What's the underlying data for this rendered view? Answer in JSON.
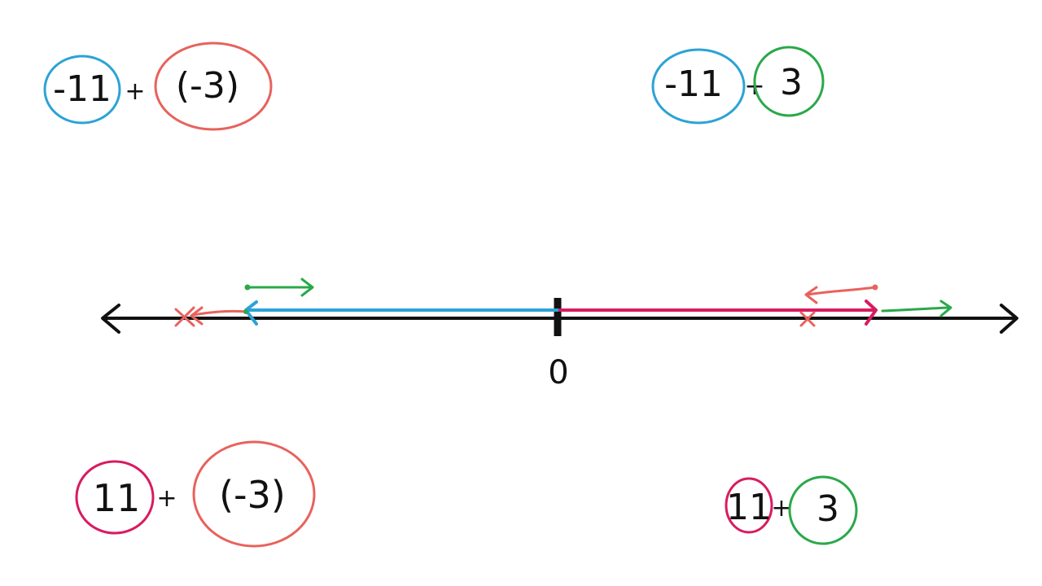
{
  "colors": {
    "axis": "#111111",
    "blue": "#2ba3d6",
    "red": "#e8625c",
    "magenta": "#d81b60",
    "green": "#2aa84a"
  },
  "expressions": {
    "top_left": {
      "first": "-11",
      "plus": "+",
      "second": "(-3)"
    },
    "top_right": {
      "first": "-11",
      "plus": "+",
      "second": "3"
    },
    "bottom_left": {
      "first": "11",
      "plus": "+",
      "second": "(-3)"
    },
    "bottom_right": {
      "first": "11",
      "plus": "+",
      "second": "3"
    }
  },
  "number_line": {
    "zero_label": "0"
  }
}
